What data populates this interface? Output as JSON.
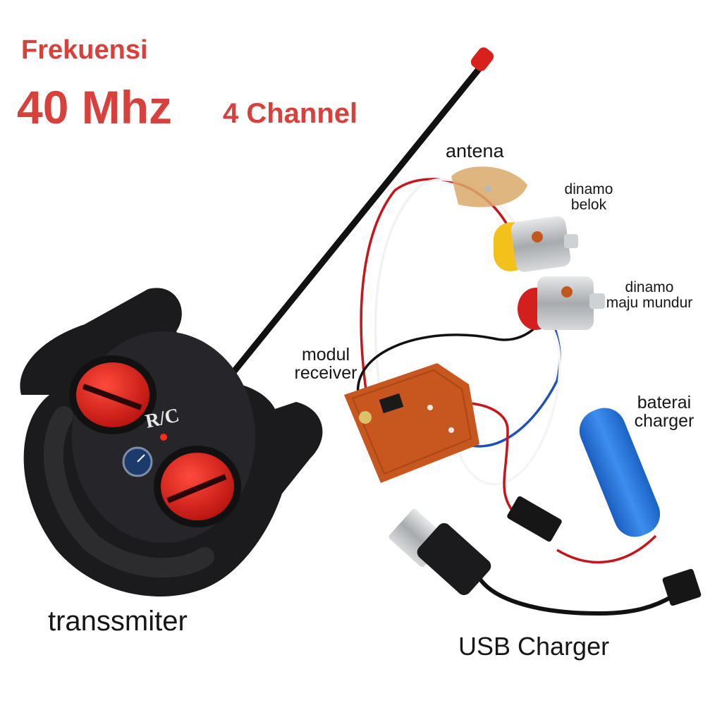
{
  "header": {
    "frequency_label": "Frekuensi",
    "frequency_value": "40 Mhz",
    "channels": "4 Channel"
  },
  "labels": {
    "antenna": "antena",
    "steering_motor": [
      "dinamo",
      "belok"
    ],
    "drive_motor": [
      "dinamo",
      "maju mundur"
    ],
    "receiver": [
      "modul",
      "receiver"
    ],
    "battery": [
      "baterai",
      "charger"
    ],
    "transmitter": "transsmiter",
    "usb": "USB Charger"
  },
  "remote": {
    "logo": "R/C"
  },
  "colors": {
    "accent_red": "#d8403c",
    "button_red": "#e21f1f",
    "remote_body": "#1b1b1d",
    "pcb": "#c8571f",
    "battery_blue": "#2a7be0",
    "motor_silver": "#b9bcbf"
  }
}
